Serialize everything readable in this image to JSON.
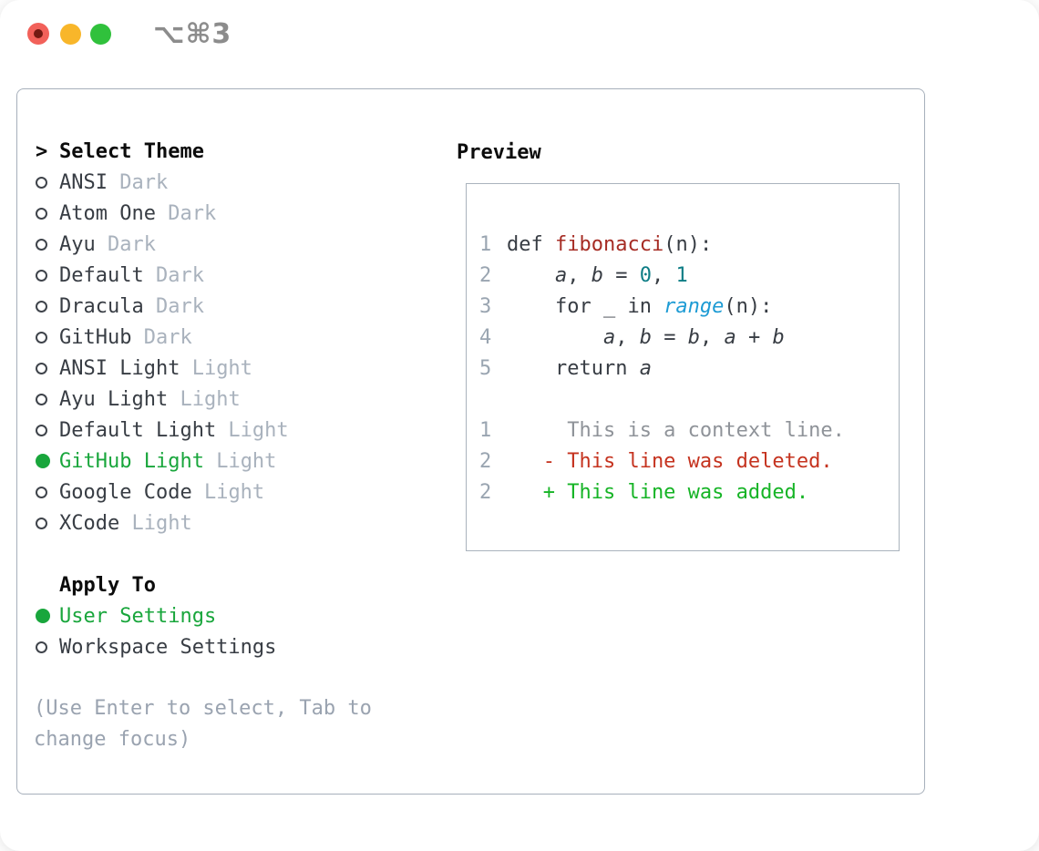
{
  "window": {
    "shortcut_label": "⌥⌘3"
  },
  "colors": {
    "tl_red": "#f2615a",
    "tl_red_dot": "#731a12",
    "tl_yellow": "#f8b62a",
    "tl_green": "#30c13c",
    "shortcut_gray": "#8c8c8c",
    "panel_border": "#a7b0bb",
    "preview_border": "#aab3bd",
    "text_dark": "#383d44",
    "muted": "#a9b2bd",
    "accent_green": "#19a63c",
    "ring_dark": "#3f444b",
    "help_gray": "#9aa3b0",
    "line_num_gray": "#9aa5b1",
    "func_red": "#a62c24",
    "num_teal": "#0d7d85",
    "builtin_blue": "#1d9bd4",
    "context_gray": "#8f9399",
    "deleted_red": "#c5331f",
    "added_green": "#16b426"
  },
  "theme_selector": {
    "prompt": ">",
    "title": "Select Theme",
    "items": [
      {
        "name": "ANSI",
        "variant": "Dark",
        "selected": false
      },
      {
        "name": "Atom One",
        "variant": "Dark",
        "selected": false
      },
      {
        "name": "Ayu",
        "variant": "Dark",
        "selected": false
      },
      {
        "name": "Default",
        "variant": "Dark",
        "selected": false
      },
      {
        "name": "Dracula",
        "variant": "Dark",
        "selected": false
      },
      {
        "name": "GitHub",
        "variant": "Dark",
        "selected": false
      },
      {
        "name": "ANSI Light",
        "variant": "Light",
        "selected": false
      },
      {
        "name": "Ayu Light",
        "variant": "Light",
        "selected": false
      },
      {
        "name": "Default Light",
        "variant": "Light",
        "selected": false
      },
      {
        "name": "GitHub Light",
        "variant": "Light",
        "selected": true
      },
      {
        "name": "Google Code",
        "variant": "Light",
        "selected": false
      },
      {
        "name": "XCode",
        "variant": "Light",
        "selected": false
      }
    ]
  },
  "apply_to": {
    "title": "Apply To",
    "options": [
      {
        "label": "User Settings",
        "selected": true
      },
      {
        "label": "Workspace Settings",
        "selected": false
      }
    ]
  },
  "help": {
    "line1": "(Use Enter to select, Tab to",
    "line2": "change focus)"
  },
  "preview": {
    "title": "Preview",
    "code_lines": [
      {
        "num": "1",
        "tokens": [
          {
            "t": "def ",
            "c": "code"
          },
          {
            "t": "fibonacci",
            "c": "func"
          },
          {
            "t": "(n):",
            "c": "code"
          }
        ]
      },
      {
        "num": "2",
        "tokens": [
          {
            "t": "    ",
            "c": "code"
          },
          {
            "t": "a",
            "c": "var"
          },
          {
            "t": ", ",
            "c": "code"
          },
          {
            "t": "b",
            "c": "var"
          },
          {
            "t": " = ",
            "c": "code"
          },
          {
            "t": "0",
            "c": "num"
          },
          {
            "t": ", ",
            "c": "code"
          },
          {
            "t": "1",
            "c": "num"
          }
        ]
      },
      {
        "num": "3",
        "tokens": [
          {
            "t": "    for _ in ",
            "c": "code"
          },
          {
            "t": "range",
            "c": "builtin"
          },
          {
            "t": "(n):",
            "c": "code"
          }
        ]
      },
      {
        "num": "4",
        "tokens": [
          {
            "t": "        ",
            "c": "code"
          },
          {
            "t": "a",
            "c": "var"
          },
          {
            "t": ", ",
            "c": "code"
          },
          {
            "t": "b",
            "c": "var"
          },
          {
            "t": " = ",
            "c": "code"
          },
          {
            "t": "b",
            "c": "var"
          },
          {
            "t": ", ",
            "c": "code"
          },
          {
            "t": "a",
            "c": "var"
          },
          {
            "t": " + ",
            "c": "code"
          },
          {
            "t": "b",
            "c": "var"
          }
        ]
      },
      {
        "num": "5",
        "tokens": [
          {
            "t": "    return ",
            "c": "code"
          },
          {
            "t": "a",
            "c": "var"
          }
        ]
      },
      {
        "num": "",
        "tokens": []
      },
      {
        "num": "1",
        "tokens": [
          {
            "t": "     This is a context line.",
            "c": "context"
          }
        ]
      },
      {
        "num": "2",
        "tokens": [
          {
            "t": "   - This line was deleted.",
            "c": "deleted"
          }
        ]
      },
      {
        "num": "2",
        "tokens": [
          {
            "t": "   + This line was added.",
            "c": "added"
          }
        ]
      }
    ]
  }
}
